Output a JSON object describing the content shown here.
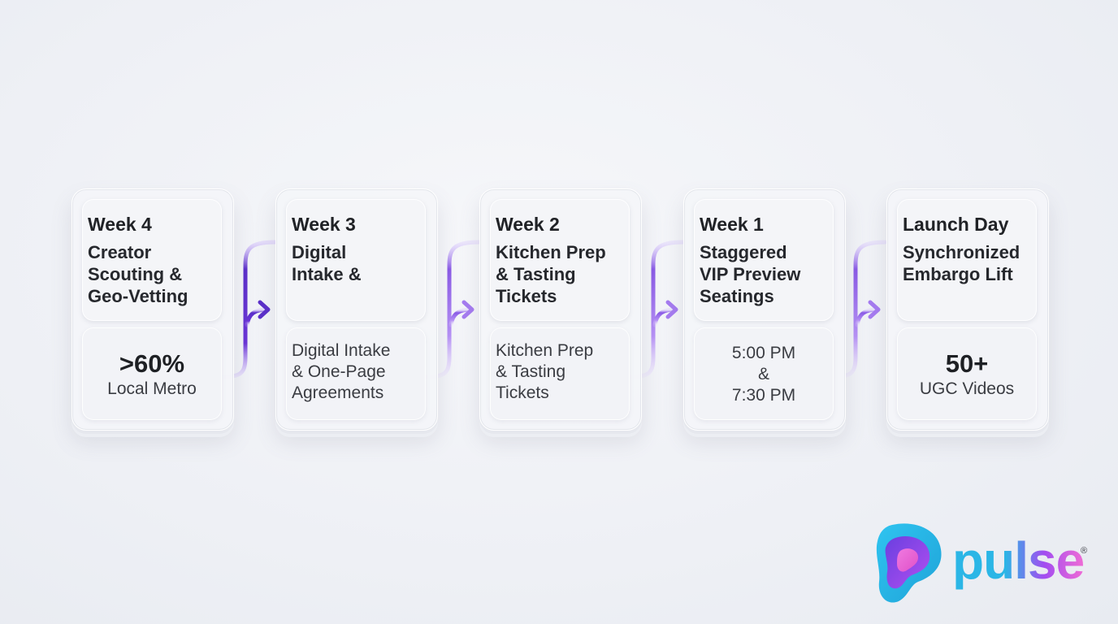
{
  "stages": [
    {
      "week": "Week 4",
      "title": "Creator\nScouting &\nGeo-Vetting",
      "bottom_kind": "stat",
      "stat": ">60%",
      "stat_label": "Local Metro"
    },
    {
      "week": "Week 3",
      "title": "Digital\nIntake &",
      "bottom_kind": "text",
      "text": "Digital Intake\n& One-Page\nAgreements"
    },
    {
      "week": "Week 2",
      "title": "Kitchen Prep\n& Tasting\nTickets",
      "bottom_kind": "text",
      "text": "Kitchen Prep\n& Tasting\nTickets"
    },
    {
      "week": "Week 1",
      "title": "Staggered\nVIP Preview\nSeatings",
      "bottom_kind": "times",
      "time1": "5:00 PM",
      "amp": "&",
      "time2": "7:30 PM"
    },
    {
      "week": "Launch Day",
      "title": "Synchronized\nEmbargo Lift",
      "bottom_kind": "stat",
      "stat": "50+",
      "stat_label": "UGC Videos"
    }
  ],
  "logo": {
    "word": "pulse",
    "registered": "®"
  },
  "colors": {
    "connector_dark": "#5b2fc9",
    "connector_light": "#b48cf5",
    "logo_cyan": "#2bb6e6",
    "logo_purple": "#a34df0",
    "logo_pink": "#f06bd5"
  }
}
